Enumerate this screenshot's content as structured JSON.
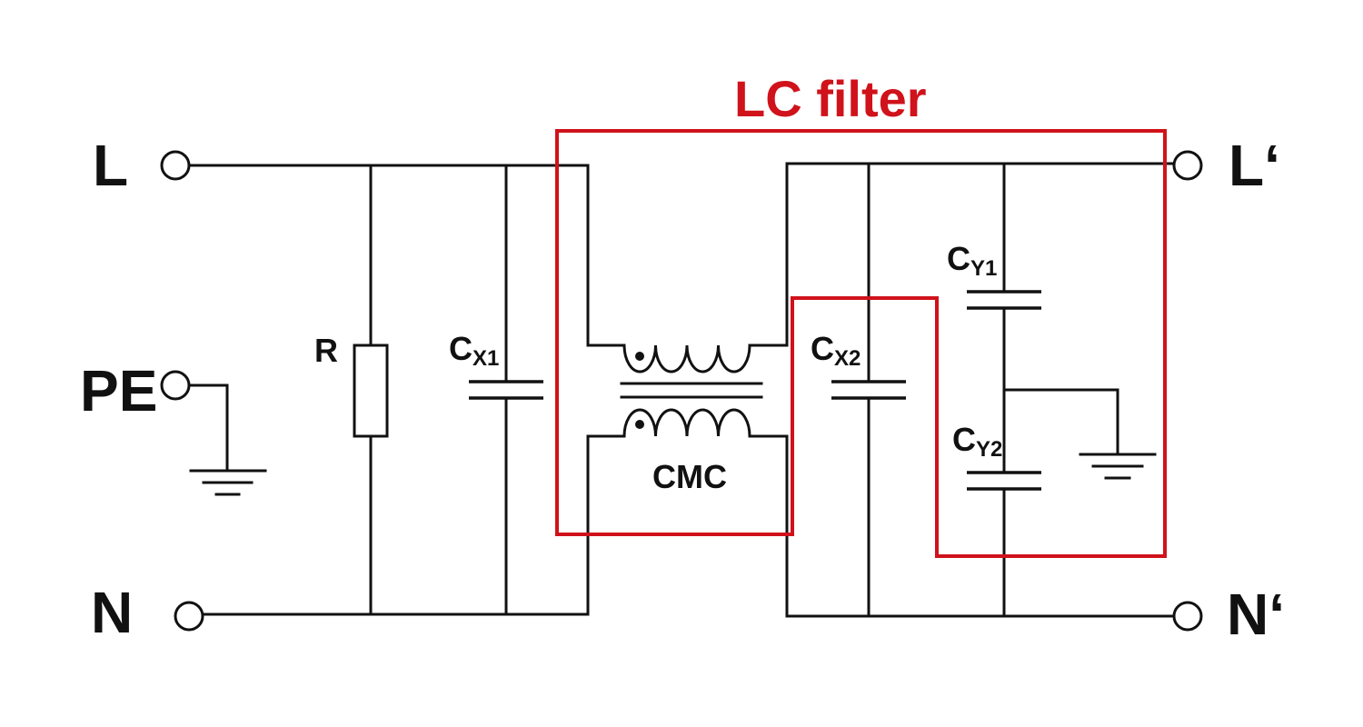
{
  "terminals": {
    "line_in": "L",
    "protective_earth": "PE",
    "neutral_in": "N",
    "line_out": "L‘",
    "neutral_out": "N‘"
  },
  "components": {
    "resistor": "R",
    "cx1_main": "C",
    "cx1_sub": "X1",
    "cmc": "CMC",
    "cx2_main": "C",
    "cx2_sub": "X2",
    "cy1_main": "C",
    "cy1_sub": "Y1",
    "cy2_main": "C",
    "cy2_sub": "Y2"
  },
  "frame": {
    "label": "LC filter",
    "color": "#d0121b"
  },
  "colors": {
    "wire": "#111111",
    "frame": "#d0121b"
  }
}
